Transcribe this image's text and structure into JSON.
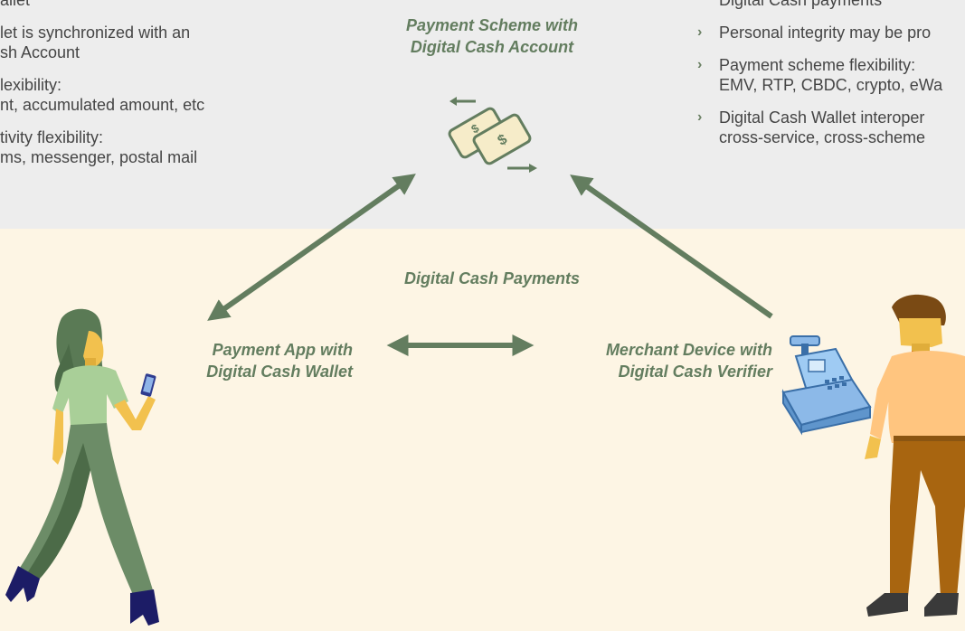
{
  "left_list": {
    "items": [
      {
        "lines": [
          "allet"
        ]
      },
      {
        "lines": [
          "let is synchronized with an",
          "sh Account"
        ]
      },
      {
        "lines": [
          "lexibility:",
          "nt, accumulated amount, etc"
        ]
      },
      {
        "lines": [
          "tivity flexibility:",
          "ms, messenger, postal mail"
        ]
      }
    ]
  },
  "right_list": {
    "bullet": "›",
    "items": [
      {
        "lines": [
          "Digital Cash payments"
        ],
        "bullet": false
      },
      {
        "lines": [
          "Personal integrity may be pro"
        ],
        "bullet": true
      },
      {
        "lines": [
          "Payment scheme flexibility:",
          "EMV, RTP, CBDC, crypto, eWa"
        ],
        "bullet": true
      },
      {
        "lines": [
          "Digital Cash Wallet interoper",
          "cross-service, cross-scheme"
        ],
        "bullet": true
      }
    ]
  },
  "labels": {
    "scheme": [
      "Payment Scheme with",
      "Digital Cash Account"
    ],
    "payments": "Digital Cash Payments",
    "payment_app": [
      "Payment App with",
      "Digital Cash Wallet"
    ],
    "merchant": [
      "Merchant Device with",
      "Digital Cash Verifier"
    ]
  },
  "icons": {
    "money": "money-exchange-icon",
    "dollar_sign": "$",
    "woman": "woman-with-phone-icon",
    "cashier": "cash-register-icon",
    "man": "merchant-man-icon"
  },
  "colors": {
    "accent_green": "#637d5f",
    "top_band": "#ededed",
    "bottom_band": "#fdf5e4",
    "text": "#454545"
  }
}
